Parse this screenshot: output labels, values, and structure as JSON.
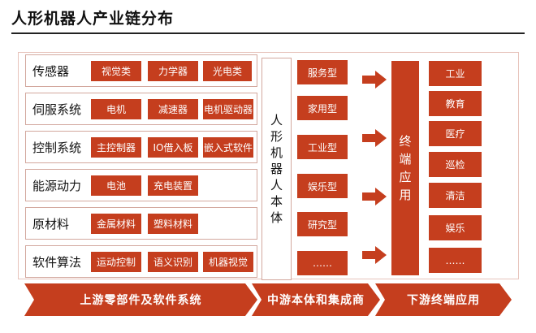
{
  "title": "人形机器人产业链分布",
  "upstream": [
    {
      "name": "传感器",
      "components": [
        "视觉类",
        "力学器",
        "光电类"
      ]
    },
    {
      "name": "伺服系统",
      "components": [
        "电机",
        "减速器",
        "电机驱动器"
      ]
    },
    {
      "name": "控制系统",
      "components": [
        "主控制器",
        "IO借入板",
        "嵌入式软件"
      ]
    },
    {
      "name": "能源动力",
      "components": [
        "电池",
        "充电装置"
      ]
    },
    {
      "name": "原材料",
      "components": [
        "金属材料",
        "塑料材料"
      ]
    },
    {
      "name": "软件算法",
      "components": [
        "运动控制",
        "语义识别",
        "机器视觉"
      ]
    }
  ],
  "robot_body": "人形机器人本体",
  "midstream_types": [
    "服务型",
    "家用型",
    "工业型",
    "娱乐型",
    "研究型",
    "……"
  ],
  "terminal_label": "终端应用",
  "applications": [
    "工业",
    "教育",
    "医疗",
    "巡检",
    "清洁",
    "娱乐",
    "……"
  ],
  "banners": {
    "upstream": "上游零部件及软件系统",
    "midstream": "中游本体和集成商",
    "downstream": "下游终端应用"
  },
  "colors": {
    "accent": "#c53e1e",
    "border": "#d3a89e"
  }
}
